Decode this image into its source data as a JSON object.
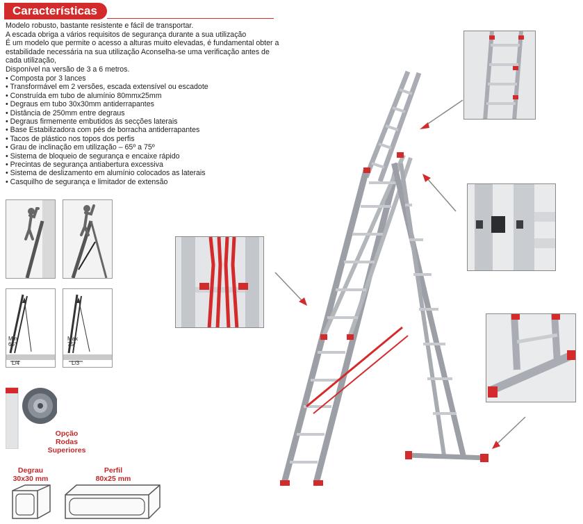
{
  "header": {
    "title": "Características"
  },
  "intro": {
    "lines": [
      "Modelo robusto, bastante resistente e fácil de transportar.",
      "A escada obriga a vários requisitos de segurança durante a sua utilização",
      "É um modelo que permite o acesso a alturas muito elevadas, é fundamental obter a",
      "estabilidade necessária na sua utilização Aconselha-se uma verificação antes de",
      "cada utilização,",
      "Disponível na versão de 3 a 6 metros."
    ]
  },
  "features": [
    "Composta por 3 lances",
    "Transformável em 2 versões, escada extensível ou escadote",
    "Construída em tubo de alumínio 80mmx25mm",
    "Degraus em tubo 30x30mm antiderrapantes",
    "Distância de 250mm entre degraus",
    "Degraus firmemente embutidos ás secções laterais",
    "Base Estabilizadora com pés de borracha antiderrapantes",
    "Tacos de plástico nos topos dos perfis",
    "Grau de inclinação em utilização – 65º a 75º",
    "Sistema de bloqueio de segurança e encaixe rápido",
    "Precintas de segurança antiabertura excessiva",
    "Sistema de deslizamento em alumínio colocados as laterais",
    "Casquilho de segurança e limitador de extensão"
  ],
  "diagrams": {
    "angle_min": {
      "label_1": "Min",
      "label_2": "65°",
      "base": "L/4"
    },
    "angle_max": {
      "label_1": "Max",
      "label_2": "75°",
      "base": "L/3"
    }
  },
  "wheel_option": {
    "line1": "Opção",
    "line2": "Rodas",
    "line3": "Superiores"
  },
  "profiles": {
    "step": {
      "name": "Degrau",
      "size": "30x30 mm"
    },
    "rail": {
      "name": "Perfil",
      "size": "80x25 mm"
    }
  },
  "colors": {
    "accent": "#d32b2b",
    "rail": "#b8bcc2",
    "step": "#c9ccd1"
  }
}
